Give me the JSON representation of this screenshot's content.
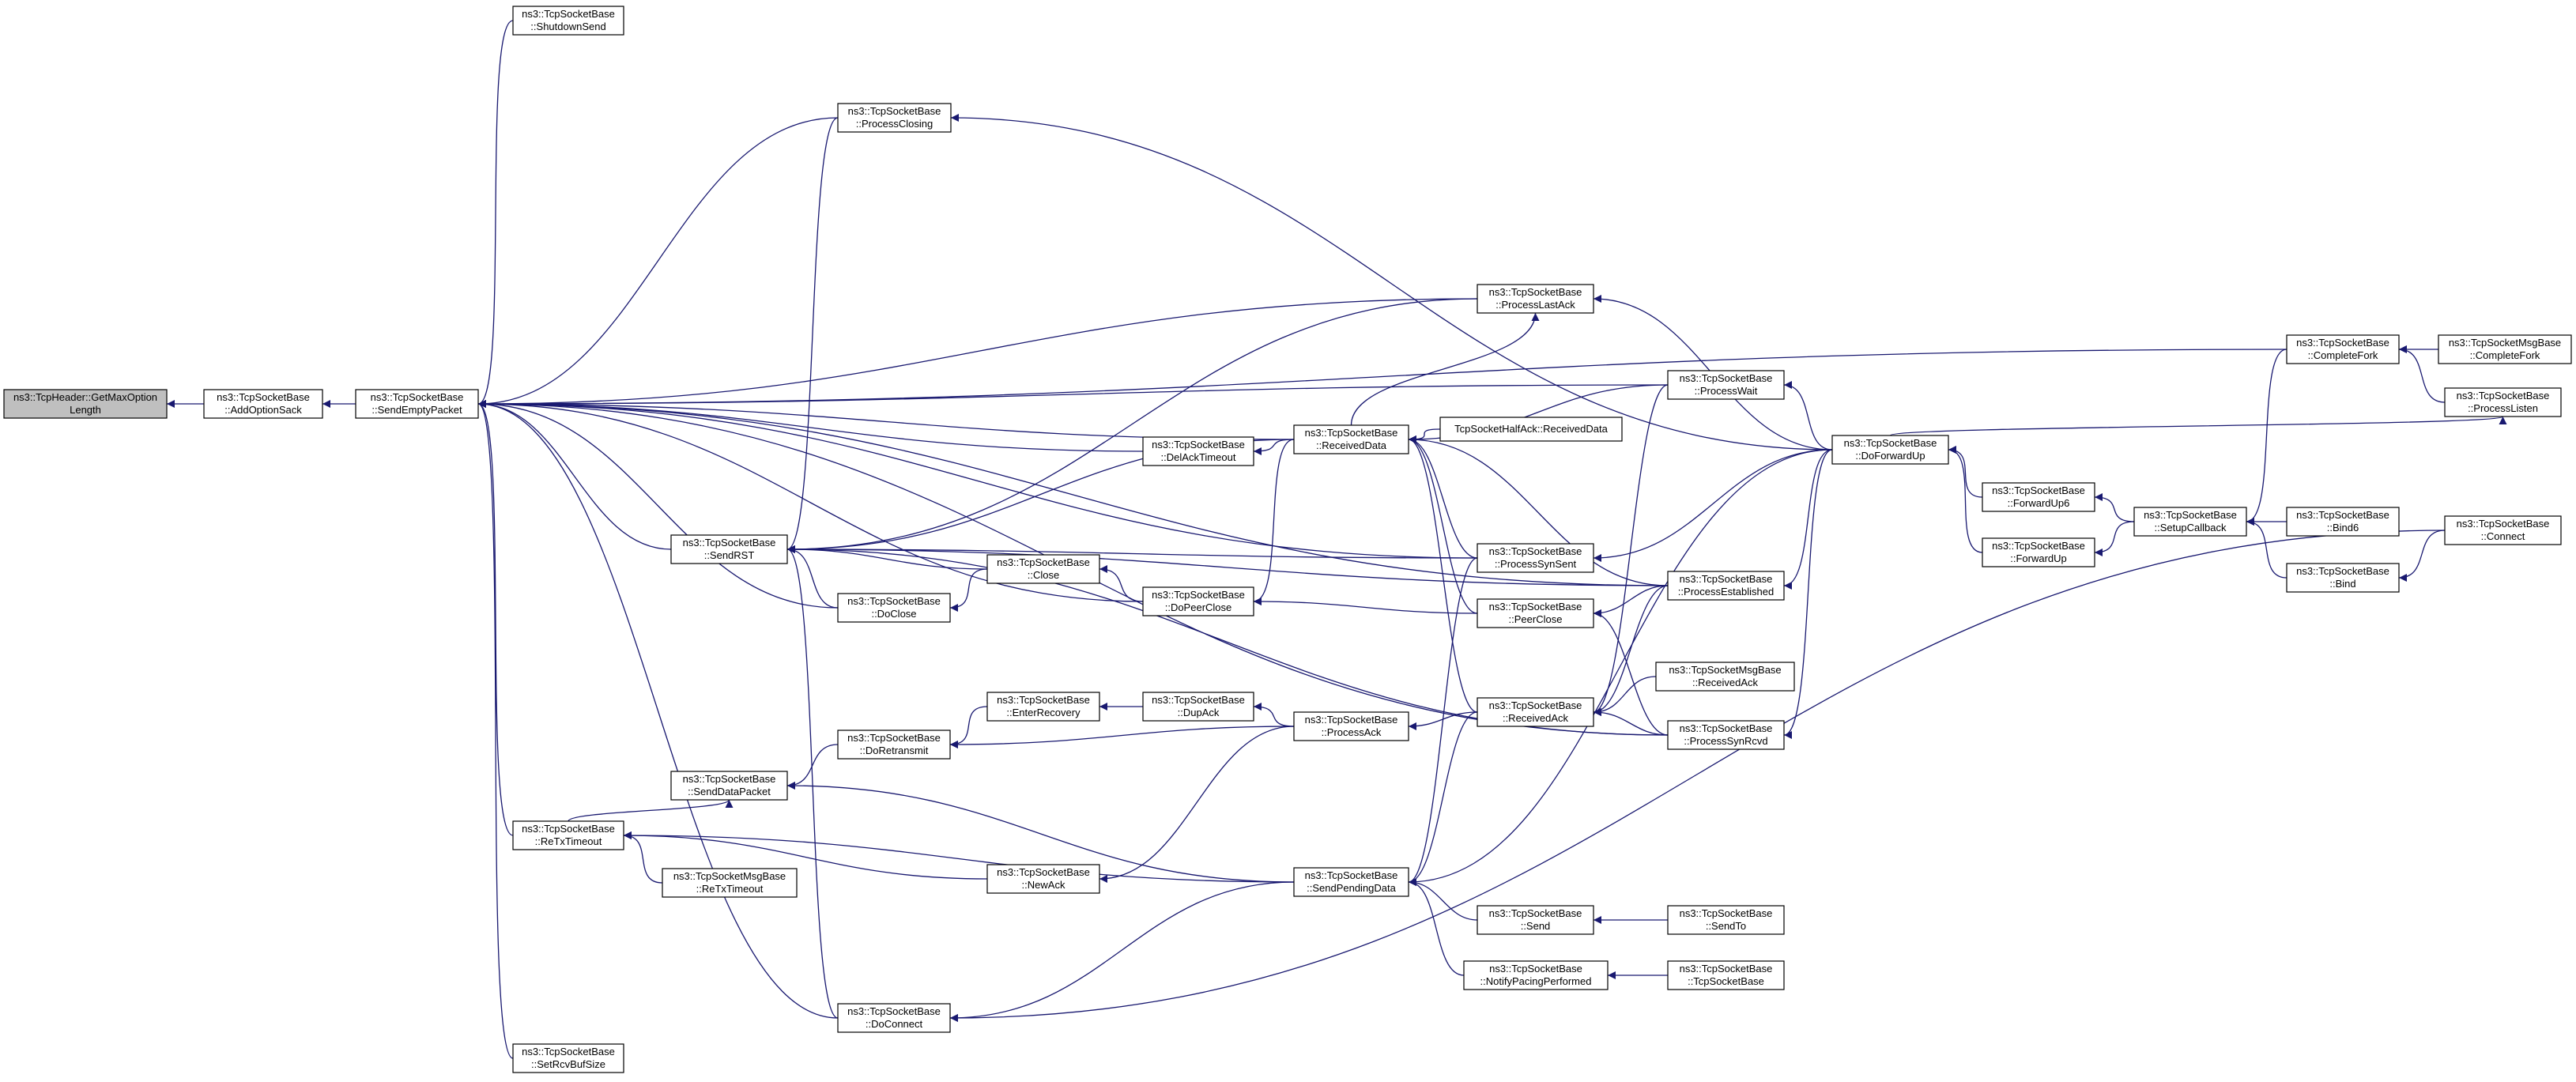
{
  "colors": {
    "edge": "#191970",
    "root_fill": "#bfbfbf",
    "node_fill": "#ffffff"
  },
  "nodes": {
    "GetMaxOptionLength": [
      "ns3::TcpHeader::GetMaxOption",
      "Length"
    ],
    "AddOptionSack": [
      "ns3::TcpSocketBase",
      "::AddOptionSack"
    ],
    "SendEmptyPacket": [
      "ns3::TcpSocketBase",
      "::SendEmptyPacket"
    ],
    "ShutdownSend": [
      "ns3::TcpSocketBase",
      "::ShutdownSend"
    ],
    "ProcessClosing": [
      "ns3::TcpSocketBase",
      "::ProcessClosing"
    ],
    "SendRST": [
      "ns3::TcpSocketBase",
      "::SendRST"
    ],
    "DoClose": [
      "ns3::TcpSocketBase",
      "::DoClose"
    ],
    "SendDataPacket": [
      "ns3::TcpSocketBase",
      "::SendDataPacket"
    ],
    "DoRetransmit": [
      "ns3::TcpSocketBase",
      "::DoRetransmit"
    ],
    "ReTxTimeout": [
      "ns3::TcpSocketBase",
      "::ReTxTimeout"
    ],
    "MsgReTxTimeout": [
      "ns3::TcpSocketMsgBase",
      "::ReTxTimeout"
    ],
    "DoConnect": [
      "ns3::TcpSocketBase",
      "::DoConnect"
    ],
    "SetRcvBufSize": [
      "ns3::TcpSocketBase",
      "::SetRcvBufSize"
    ],
    "DelAckTimeout": [
      "ns3::TcpSocketBase",
      "::DelAckTimeout"
    ],
    "Close": [
      "ns3::TcpSocketBase",
      "::Close"
    ],
    "DoPeerClose": [
      "ns3::TcpSocketBase",
      "::DoPeerClose"
    ],
    "EnterRecovery": [
      "ns3::TcpSocketBase",
      "::EnterRecovery"
    ],
    "DupAck": [
      "ns3::TcpSocketBase",
      "::DupAck"
    ],
    "NewAck": [
      "ns3::TcpSocketBase",
      "::NewAck"
    ],
    "ReceivedData": [
      "ns3::TcpSocketBase",
      "::ReceivedData"
    ],
    "HalfAckReceivedData": [
      "TcpSocketHalfAck::ReceivedData"
    ],
    "ProcessAck": [
      "ns3::TcpSocketBase",
      "::ProcessAck"
    ],
    "SendPendingData": [
      "ns3::TcpSocketBase",
      "::SendPendingData"
    ],
    "ProcessLastAck": [
      "ns3::TcpSocketBase",
      "::ProcessLastAck"
    ],
    "ProcessSynSent": [
      "ns3::TcpSocketBase",
      "::ProcessSynSent"
    ],
    "PeerClose": [
      "ns3::TcpSocketBase",
      "::PeerClose"
    ],
    "ReceivedAck": [
      "ns3::TcpSocketBase",
      "::ReceivedAck"
    ],
    "Send": [
      "ns3::TcpSocketBase",
      "::Send"
    ],
    "NotifyPacingPerformed": [
      "ns3::TcpSocketBase",
      "::NotifyPacingPerformed"
    ],
    "ProcessWait": [
      "ns3::TcpSocketBase",
      "::ProcessWait"
    ],
    "ProcessEstablished": [
      "ns3::TcpSocketBase",
      "::ProcessEstablished"
    ],
    "MsgReceivedAck": [
      "ns3::TcpSocketMsgBase",
      "::ReceivedAck"
    ],
    "ProcessSynRcvd": [
      "ns3::TcpSocketBase",
      "::ProcessSynRcvd"
    ],
    "SendTo": [
      "ns3::TcpSocketBase",
      "::SendTo"
    ],
    "TcpSocketBaseCtor": [
      "ns3::TcpSocketBase",
      "::TcpSocketBase"
    ],
    "DoForwardUp": [
      "ns3::TcpSocketBase",
      "::DoForwardUp"
    ],
    "ForwardUp6": [
      "ns3::TcpSocketBase",
      "::ForwardUp6"
    ],
    "ForwardUp": [
      "ns3::TcpSocketBase",
      "::ForwardUp"
    ],
    "SetupCallback": [
      "ns3::TcpSocketBase",
      "::SetupCallback"
    ],
    "CompleteFork": [
      "ns3::TcpSocketBase",
      "::CompleteFork"
    ],
    "MsgCompleteFork": [
      "ns3::TcpSocketMsgBase",
      "::CompleteFork"
    ],
    "ProcessListen": [
      "ns3::TcpSocketBase",
      "::ProcessListen"
    ],
    "Bind6": [
      "ns3::TcpSocketBase",
      "::Bind6"
    ],
    "Bind": [
      "ns3::TcpSocketBase",
      "::Bind"
    ],
    "Connect": [
      "ns3::TcpSocketBase",
      "::Connect"
    ]
  },
  "edges": [
    [
      "AddOptionSack",
      "GetMaxOptionLength"
    ],
    [
      "SendEmptyPacket",
      "AddOptionSack"
    ],
    [
      "ShutdownSend",
      "SendEmptyPacket"
    ],
    [
      "ProcessClosing",
      "SendEmptyPacket"
    ],
    [
      "SendRST",
      "SendEmptyPacket"
    ],
    [
      "DoClose",
      "SendEmptyPacket"
    ],
    [
      "ReTxTimeout",
      "SendEmptyPacket"
    ],
    [
      "DoConnect",
      "SendEmptyPacket"
    ],
    [
      "SetRcvBufSize",
      "SendEmptyPacket"
    ],
    [
      "DelAckTimeout",
      "SendEmptyPacket"
    ],
    [
      "DoPeerClose",
      "SendEmptyPacket"
    ],
    [
      "ReceivedData",
      "SendEmptyPacket"
    ],
    [
      "ProcessLastAck",
      "SendEmptyPacket"
    ],
    [
      "ProcessSynSent",
      "SendEmptyPacket"
    ],
    [
      "ProcessWait",
      "SendEmptyPacket"
    ],
    [
      "ProcessEstablished",
      "SendEmptyPacket"
    ],
    [
      "ProcessSynRcvd",
      "SendEmptyPacket"
    ],
    [
      "CompleteFork",
      "SendEmptyPacket"
    ],
    [
      "ProcessClosing",
      "SendRST"
    ],
    [
      "DoClose",
      "SendRST"
    ],
    [
      "DoConnect",
      "SendRST"
    ],
    [
      "Close",
      "SendRST"
    ],
    [
      "ReceivedData",
      "SendRST"
    ],
    [
      "ProcessLastAck",
      "SendRST"
    ],
    [
      "ProcessSynSent",
      "SendRST"
    ],
    [
      "ProcessEstablished",
      "SendRST"
    ],
    [
      "ProcessSynRcvd",
      "SendRST"
    ],
    [
      "Close",
      "DoClose"
    ],
    [
      "DoPeerClose",
      "Close"
    ],
    [
      "ReceivedData",
      "DoPeerClose"
    ],
    [
      "PeerClose",
      "DoPeerClose"
    ],
    [
      "ReceivedData",
      "DelAckTimeout"
    ],
    [
      "SendPendingData",
      "SendDataPacket"
    ],
    [
      "DoRetransmit",
      "SendDataPacket"
    ],
    [
      "ReTxTimeout",
      "SendDataPacket"
    ],
    [
      "EnterRecovery",
      "DoRetransmit"
    ],
    [
      "ProcessAck",
      "DoRetransmit"
    ],
    [
      "DupAck",
      "EnterRecovery"
    ],
    [
      "ProcessAck",
      "DupAck"
    ],
    [
      "NewAck",
      "ReTxTimeout"
    ],
    [
      "MsgReTxTimeout",
      "ReTxTimeout"
    ],
    [
      "SendPendingData",
      "ReTxTimeout"
    ],
    [
      "ProcessAck",
      "NewAck"
    ],
    [
      "ReceivedAck",
      "ProcessAck"
    ],
    [
      "SendPendingData",
      "DoConnect"
    ],
    [
      "Connect",
      "DoConnect"
    ],
    [
      "HalfAckReceivedData",
      "ReceivedData"
    ],
    [
      "ProcessSynSent",
      "ReceivedData"
    ],
    [
      "PeerClose",
      "ReceivedData"
    ],
    [
      "ReceivedAck",
      "ReceivedData"
    ],
    [
      "ProcessWait",
      "ReceivedData"
    ],
    [
      "ProcessEstablished",
      "ReceivedData"
    ],
    [
      "ReceivedData",
      "ProcessLastAck"
    ],
    [
      "DoForwardUp",
      "ProcessLastAck"
    ],
    [
      "DoForwardUp",
      "ProcessClosing"
    ],
    [
      "ProcessEstablished",
      "PeerClose"
    ],
    [
      "ProcessSynRcvd",
      "PeerClose"
    ],
    [
      "ProcessWait",
      "ReceivedAck"
    ],
    [
      "ProcessEstablished",
      "ReceivedAck"
    ],
    [
      "MsgReceivedAck",
      "ReceivedAck"
    ],
    [
      "ProcessSynRcvd",
      "ReceivedAck"
    ],
    [
      "Send",
      "SendPendingData"
    ],
    [
      "NotifyPacingPerformed",
      "SendPendingData"
    ],
    [
      "ProcessSynSent",
      "SendPendingData"
    ],
    [
      "ReceivedAck",
      "SendPendingData"
    ],
    [
      "DoForwardUp",
      "SendPendingData"
    ],
    [
      "SendTo",
      "Send"
    ],
    [
      "TcpSocketBaseCtor",
      "NotifyPacingPerformed"
    ],
    [
      "DoForwardUp",
      "ProcessWait"
    ],
    [
      "DoForwardUp",
      "ProcessSynSent"
    ],
    [
      "DoForwardUp",
      "ProcessEstablished"
    ],
    [
      "DoForwardUp",
      "ProcessSynRcvd"
    ],
    [
      "ForwardUp6",
      "DoForwardUp"
    ],
    [
      "ForwardUp",
      "DoForwardUp"
    ],
    [
      "SetupCallback",
      "ForwardUp6"
    ],
    [
      "SetupCallback",
      "ForwardUp"
    ],
    [
      "CompleteFork",
      "SetupCallback"
    ],
    [
      "Bind6",
      "SetupCallback"
    ],
    [
      "Bind",
      "SetupCallback"
    ],
    [
      "MsgCompleteFork",
      "CompleteFork"
    ],
    [
      "ProcessListen",
      "CompleteFork"
    ],
    [
      "DoForwardUp",
      "ProcessListen"
    ],
    [
      "Connect",
      "Bind"
    ]
  ]
}
